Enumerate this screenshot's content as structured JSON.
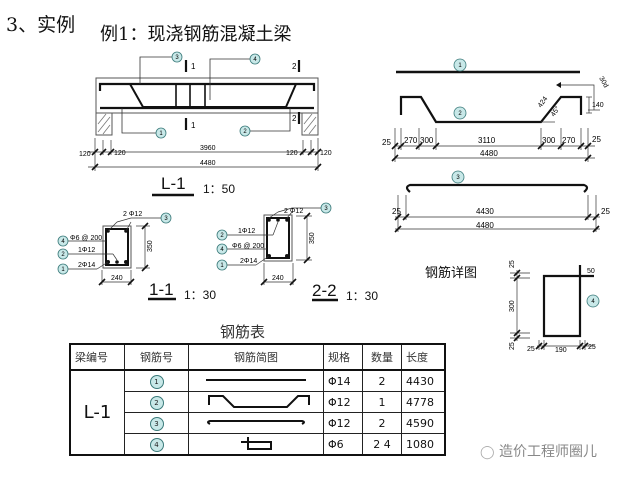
{
  "header": {
    "section_title": "3、实例",
    "example_title": "例1：现浇钢筋混凝土梁"
  },
  "elevation": {
    "name": "L-1",
    "scale": "1：50",
    "section_marks": [
      "1",
      "1",
      "2",
      "2"
    ],
    "callouts": [
      "1",
      "2",
      "3",
      "4"
    ],
    "dims_top": [
      "120",
      "120",
      "3960",
      "120",
      "120"
    ],
    "dim_total": "4480"
  },
  "section_1": {
    "name": "1-1",
    "scale": "1：30",
    "labels": {
      "top": "2 Φ12",
      "stirrup": "Φ6 @ 200",
      "bent": "1Φ12",
      "bottom": "2Φ14"
    },
    "callouts": [
      "3",
      "4",
      "2",
      "1"
    ],
    "width": "240",
    "height": "350"
  },
  "section_2": {
    "name": "2-2",
    "scale": "1：30",
    "labels": {
      "top": "2 Φ12",
      "bent": "1Φ12",
      "stirrup": "Φ6 @ 200",
      "bottom": "2Φ14"
    },
    "callouts": [
      "3",
      "2",
      "4",
      "1"
    ],
    "width": "240",
    "height": "350"
  },
  "rebar_details": {
    "bar1": {
      "callout": "1"
    },
    "bar2": {
      "callout": "2",
      "dims": [
        "25",
        "270",
        "300",
        "3110",
        "300",
        "270",
        "25"
      ],
      "total": "4480",
      "diagonal": "424",
      "angle": "45°",
      "hook": "140",
      "anchor": "30d"
    },
    "bar3": {
      "callout": "3",
      "dims": [
        "25",
        "4430",
        "25"
      ],
      "total": "4480"
    },
    "title": "钢筋详图",
    "bar4": {
      "callout": "4",
      "v_dims": [
        "25",
        "300",
        "25"
      ],
      "h_dims": [
        "25",
        "190",
        "25"
      ],
      "hook": "50"
    }
  },
  "table": {
    "title": "钢筋表",
    "headers": [
      "梁编号",
      "钢筋号",
      "钢筋简图",
      "规格",
      "数量",
      "长度"
    ],
    "beam": "L-1",
    "rows": [
      {
        "no": "1",
        "sketch": "straight",
        "spec": "Φ14",
        "qty": "2",
        "length": "4430"
      },
      {
        "no": "2",
        "sketch": "bent",
        "spec": "Φ12",
        "qty": "1",
        "length": "4778"
      },
      {
        "no": "3",
        "sketch": "hooked",
        "spec": "Φ12",
        "qty": "2",
        "length": "4590"
      },
      {
        "no": "4",
        "sketch": "stirrup",
        "spec": "Φ6",
        "qty": "2 4",
        "length": "1080"
      }
    ]
  },
  "watermark": "造价工程师圈儿",
  "colors": {
    "bubble_fill": "#c8e8e8",
    "bubble_stroke": "#3a7a7a",
    "line": "#111111"
  }
}
